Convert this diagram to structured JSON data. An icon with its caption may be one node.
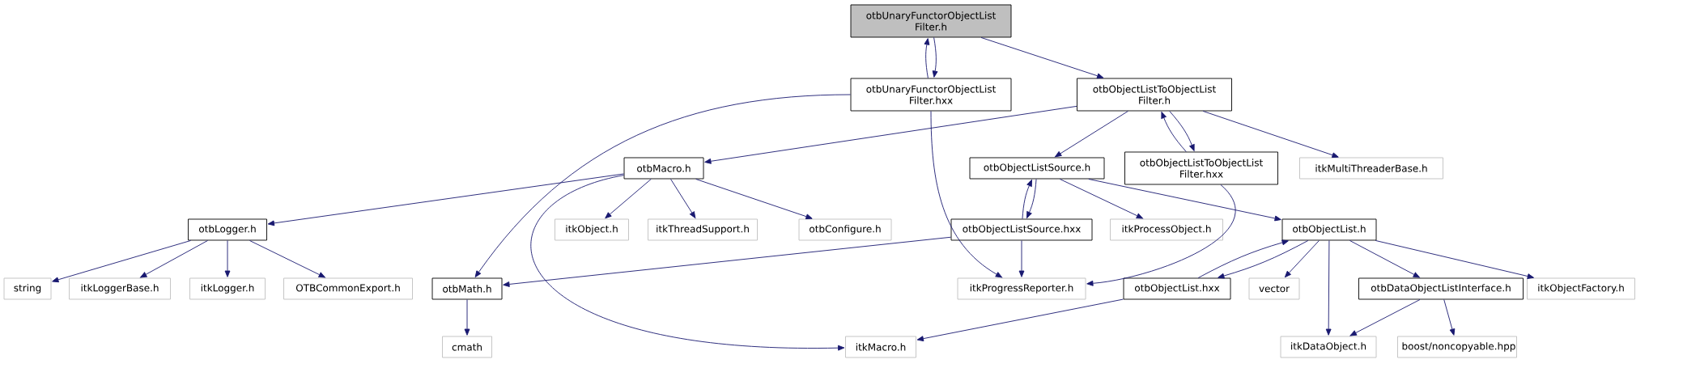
{
  "diagram": {
    "nodes": [
      {
        "text": [
          "otbUnaryFunctorObjectList Filter.h"
        ]
      },
      {
        "text": [
          "otbUnaryFunctorObjectList Filter.hxx"
        ]
      },
      {
        "text": [
          "otbObjectListToObjectList Filter.h"
        ]
      },
      {
        "text": [
          "otbMacro.h"
        ]
      },
      {
        "text": [
          "otbObjectListSource.h"
        ]
      },
      {
        "text": [
          "otbObjectListToObjectList Filter.hxx"
        ]
      },
      {
        "text": [
          "itkMultiThreaderBase.h"
        ]
      },
      {
        "text": [
          "otbLogger.h"
        ]
      },
      {
        "text": [
          "itkObject.h"
        ]
      },
      {
        "text": [
          "itkThreadSupport.h"
        ]
      },
      {
        "text": [
          "otbConfigure.h"
        ]
      },
      {
        "text": [
          "otbObjectListSource.hxx"
        ]
      },
      {
        "text": [
          "itkProcessObject.h"
        ]
      },
      {
        "text": [
          "otbObjectList.h"
        ]
      },
      {
        "text": [
          "string"
        ]
      },
      {
        "text": [
          "itkLoggerBase.h"
        ]
      },
      {
        "text": [
          "itkLogger.h"
        ]
      },
      {
        "text": [
          "OTBCommonExport.h"
        ]
      },
      {
        "text": [
          "otbMath.h"
        ]
      },
      {
        "text": [
          "itkProgressReporter.h"
        ]
      },
      {
        "text": [
          "otbObjectList.hxx"
        ]
      },
      {
        "text": [
          "vector"
        ]
      },
      {
        "text": [
          "otbDataObjectListInterface.h"
        ]
      },
      {
        "text": [
          "itkObjectFactory.h"
        ]
      },
      {
        "text": [
          "cmath"
        ]
      },
      {
        "text": [
          "itkMacro.h"
        ]
      },
      {
        "text": [
          "itkDataObject.h"
        ]
      },
      {
        "text": [
          "boost/noncopyable.hpp"
        ]
      }
    ],
    "edges": [
      {
        "from": 0,
        "to": 1,
        "arrow": "to"
      },
      {
        "from": 1,
        "to": 0,
        "arrow": "to"
      },
      {
        "from": 0,
        "to": 2,
        "arrow": "to"
      },
      {
        "from": 1,
        "to": 18,
        "arrow": "to"
      },
      {
        "from": 1,
        "to": 19,
        "arrow": "to"
      },
      {
        "from": 2,
        "to": 3,
        "arrow": "to"
      },
      {
        "from": 2,
        "to": 4,
        "arrow": "to"
      },
      {
        "from": 2,
        "to": 5,
        "arrow": "to"
      },
      {
        "from": 5,
        "to": 2,
        "arrow": "to"
      },
      {
        "from": 2,
        "to": 6,
        "arrow": "to"
      },
      {
        "from": 3,
        "to": 7,
        "arrow": "to"
      },
      {
        "from": 3,
        "to": 8,
        "arrow": "to"
      },
      {
        "from": 3,
        "to": 9,
        "arrow": "to"
      },
      {
        "from": 3,
        "to": 10,
        "arrow": "to"
      },
      {
        "from": 3,
        "to": 25,
        "arrow": "to"
      },
      {
        "from": 4,
        "to": 11,
        "arrow": "to"
      },
      {
        "from": 11,
        "to": 4,
        "arrow": "to"
      },
      {
        "from": 4,
        "to": 12,
        "arrow": "to"
      },
      {
        "from": 4,
        "to": 13,
        "arrow": "to"
      },
      {
        "from": 5,
        "to": 19,
        "arrow": "to"
      },
      {
        "from": 7,
        "to": 14,
        "arrow": "to"
      },
      {
        "from": 7,
        "to": 15,
        "arrow": "to"
      },
      {
        "from": 7,
        "to": 16,
        "arrow": "to"
      },
      {
        "from": 7,
        "to": 17,
        "arrow": "to"
      },
      {
        "from": 11,
        "to": 18,
        "arrow": "to"
      },
      {
        "from": 11,
        "to": 19,
        "arrow": "to"
      },
      {
        "from": 18,
        "to": 24,
        "arrow": "to"
      },
      {
        "from": 13,
        "to": 20,
        "arrow": "to"
      },
      {
        "from": 20,
        "to": 13,
        "arrow": "to"
      },
      {
        "from": 13,
        "to": 21,
        "arrow": "to"
      },
      {
        "from": 13,
        "to": 26,
        "arrow": "to"
      },
      {
        "from": 13,
        "to": 22,
        "arrow": "to"
      },
      {
        "from": 13,
        "to": 23,
        "arrow": "to"
      },
      {
        "from": 20,
        "to": 25,
        "arrow": "to"
      },
      {
        "from": 22,
        "to": 26,
        "arrow": "to"
      },
      {
        "from": 22,
        "to": 27,
        "arrow": "to"
      }
    ]
  }
}
